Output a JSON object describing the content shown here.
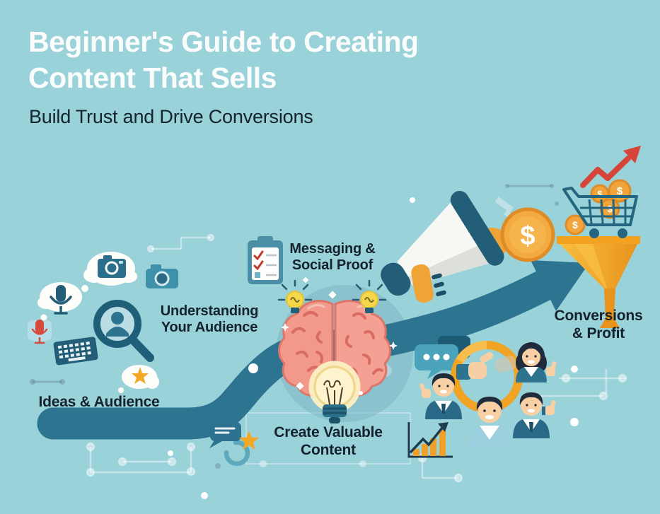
{
  "header": {
    "title_line1": "Beginner's Guide to Creating",
    "title_line2": "Content That Sells",
    "subtitle": "Build Trust and Drive Conversions"
  },
  "stages": [
    {
      "id": "ideas",
      "label": "Ideas & Audience"
    },
    {
      "id": "understanding",
      "label": "Understanding\nYour Audience"
    },
    {
      "id": "messaging",
      "label": "Messaging &\nSocial Proof"
    },
    {
      "id": "create",
      "label": "Create Valuable\nContent"
    },
    {
      "id": "conversions",
      "label": "Conversions\n& Profit"
    }
  ],
  "currency_symbol": "$",
  "icons": [
    "thought-bubble-camera-icon",
    "camera-icon",
    "microphone-bubble-icon",
    "red-microphone-icon",
    "keyboard-icon",
    "magnifier-person-icon",
    "star-bubble-icon",
    "checklist-clipboard-icon",
    "idea-lightbulb-icon",
    "brain-lightbulb-icon",
    "chat-star-refresh-icon",
    "megaphone-icon",
    "dollar-coin-icon",
    "growth-arrow-icon",
    "shopping-cart-coins-icon",
    "sales-funnel-icon",
    "chat-bubbles-icon",
    "thumbs-up-ring-icon",
    "audience-avatars-icon",
    "bar-chart-growth-icon"
  ],
  "colors": {
    "background": "#9ad2da",
    "journey_path": "#2d7491",
    "dark_teal": "#235e78",
    "accent_orange": "#f0a436",
    "accent_red": "#d6453a",
    "brain_pink": "#f2998c",
    "bulb_yellow": "#f6d74a",
    "text_dark": "#14222e",
    "text_light": "#fbfdfd"
  }
}
